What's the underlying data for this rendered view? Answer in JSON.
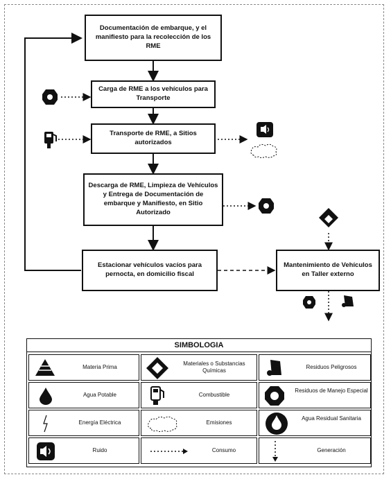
{
  "flow": {
    "box1": "Documentación de embarque, y el manifiesto para la recolección de los RME",
    "box2": "Carga de RME a los vehículos para Transporte",
    "box3": "Transporte de RME, a Sitios autorizados",
    "box4": "Descarga de RME, Limpieza de Vehículos y Entrega de Documentación de embarque y Manifiesto, en Sitio Autorizado",
    "box5": "Estacionar vehículos vacíos para pernocta, en domicilio fiscal",
    "box6": "Mantenimiento de Vehículos en Taller externo"
  },
  "legend": {
    "title": "SIMBOLOGIA",
    "items": [
      {
        "label": "Materia Prima"
      },
      {
        "label": "Materiales o Substancias Químicas"
      },
      {
        "label": "Residuos Peligrosos"
      },
      {
        "label": "Agua Potable"
      },
      {
        "label": "Combustible"
      },
      {
        "label": "Residuos de Manejo Especial"
      },
      {
        "label": "Energía Eléctrica"
      },
      {
        "label": "Emisiones"
      },
      {
        "label": "Agua Residual Sanitaria"
      },
      {
        "label": "Ruido"
      },
      {
        "label": "Consumo"
      },
      {
        "label": "Generación"
      }
    ]
  },
  "colors": {
    "line": "#111111",
    "fill": "#111111",
    "background": "#ffffff"
  }
}
